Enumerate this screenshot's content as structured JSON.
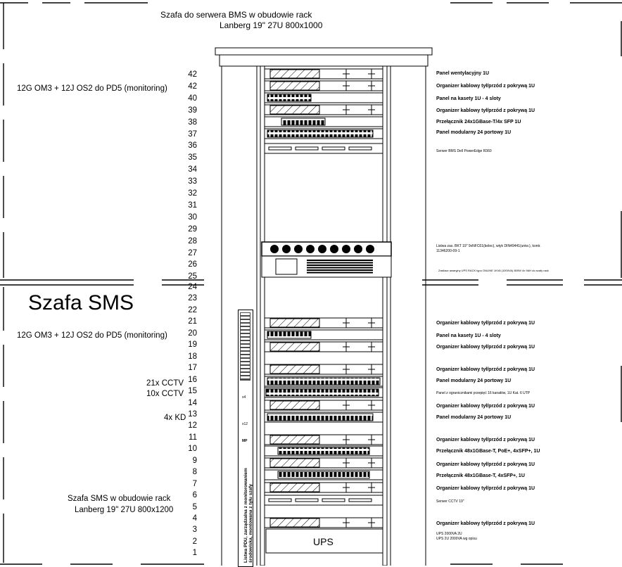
{
  "top_cabinet": {
    "title_line1": "Szafa do serwera BMS w obudowie  rack",
    "title_line2": "Lanberg 19\" 27U 800x1000",
    "fiber_note": "12G OM3 + 12J OS2 do PD5 (monitoring)"
  },
  "bottom_cabinet": {
    "heading": "Szafa SMS",
    "fiber_note": "12G OM3 + 12J OS2 do PD5 (monitoring)",
    "cctv_21": "21x CCTV",
    "cctv_10": "10x CCTV",
    "kd_4": "4x KD",
    "title_line1": "Szafa SMS w obudowie  rack",
    "title_line2": "Lanberg 19\" 27U 800x1200"
  },
  "unit_numbers": [
    "42",
    "42",
    "40",
    "39",
    "38",
    "37",
    "36",
    "35",
    "34",
    "33",
    "32",
    "31",
    "30",
    "29",
    "28",
    "27",
    "26",
    "25",
    "24",
    "23",
    "22",
    "21",
    "20",
    "19",
    "18",
    "17",
    "16",
    "15",
    "14",
    "13",
    "12",
    "11",
    "10",
    "9",
    "8",
    "7",
    "6",
    "5",
    "4",
    "3",
    "2",
    "1"
  ],
  "right_labels_top": {
    "l42": "Panel wentylacyjny 1U",
    "l41": "Organizer kablowy tył/przód z pokrywą 1U",
    "l40": "Panel na kasety 1U - 4 sloty",
    "l39": "Organizer kablowy tył/przód z pokrywą 1U",
    "l38": "Przełącznik 24x1GBase-T/4x SFP   1U",
    "l37": "Panel modularny 24 portowy 1U",
    "l36": "Serwer BMS Dell PowerEdge R360",
    "l27a": "Listwa zas. BKT 19\" 9xNFC61(bolec), wtyk DIN49441(uniw.), kontr.",
    "l27b": "11346200-09-1",
    "l25": "Zasilacz awaryjny UPS RACK typu ONLINE 1KVA (1000VA) 800W 4x 9AH do szafy rack"
  },
  "right_labels_bottom": {
    "l21": "Organizer kablowy tył/przód z pokrywą 1U",
    "l20": "Panel na kasety 1U - 4 sloty",
    "l19": "Organizer kablowy tył/przód z pokrywą 1U",
    "l17": "Organizer kablowy tył/przód z pokrywą 1U",
    "l16": "Panel modularny 24 portowy 1U",
    "l15": "Panel  z ogranicznikami przepięć 16 kanałów, 1U Kat. 6 UTP",
    "l14": "Organizer kablowy tył/przód z pokrywą 1U",
    "l13": "Panel modularny 24 portowy 1U",
    "l11": "Organizer kablowy tył/przód z pokrywą 1U",
    "l10": "Przełącznik 48x1GBase-T, PoE+, 4xSFP+, 1U",
    "l9": "Organizer kablowy tył/przód z pokrywą 1U",
    "l8": "Przełącznik 48x1GBase-T, 4xSFP+, 1U",
    "l7": "Organizer kablowy tył/przód z pokrywą 1U",
    "l6": "Serwer CCTV 19\"",
    "l4": "Organizer kablowy tył/przód z pokrywą 1U",
    "l3a": "UPS 2000VA 2U",
    "l3b": "UPS 2U 2000VA wg opisu"
  },
  "pdu": {
    "vertical_text": "Listwa PDU, zarządzalna z monitorowaniem środowiska, montowana z tyłu szafy",
    "small1": "x4",
    "small2": "x12",
    "small3": "MP"
  },
  "ups_label": "UPS"
}
